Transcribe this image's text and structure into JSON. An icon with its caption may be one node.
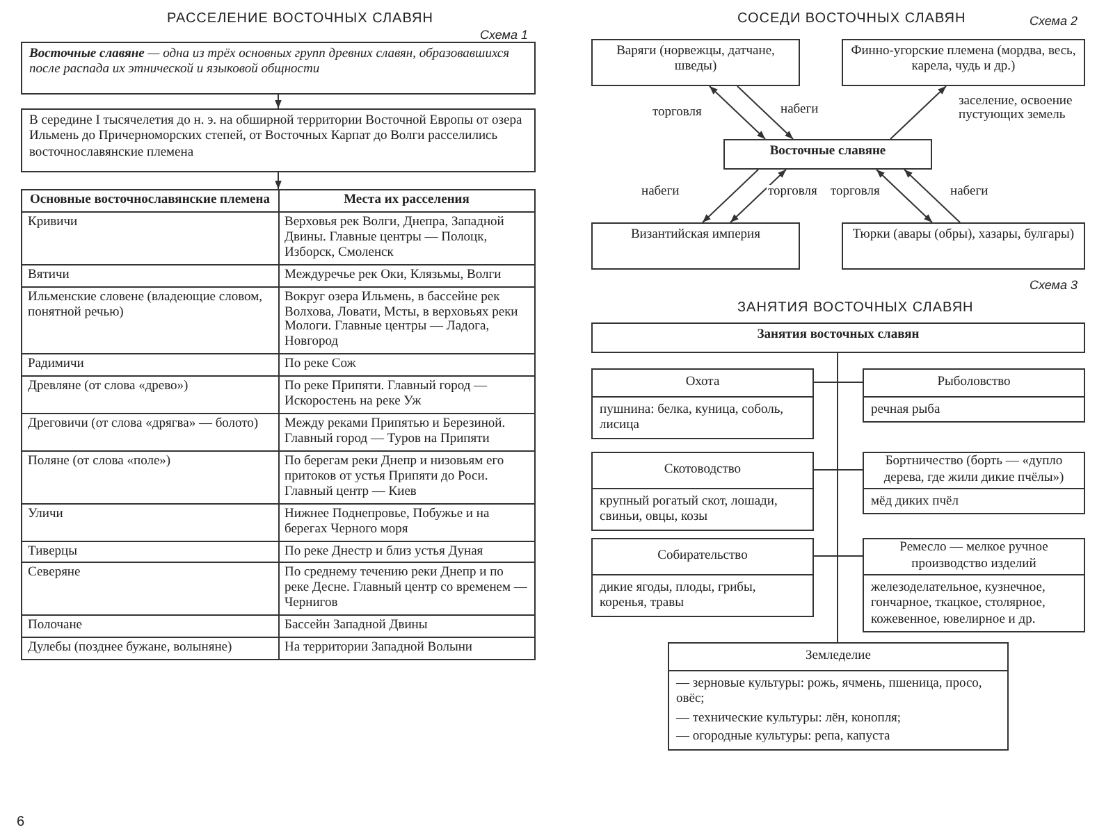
{
  "diagram": {
    "nodes": [
      {
        "text": [
          "**Восточные славяне** — одна из трёх основных групп древних славян, образовавшихся после распада их этнической и языковой общности"
        ]
      },
      {
        "text": [
          "В середине I тысячелетия до н. э. на обширной территории Восточной Европы от озера Ильмень до Причерноморских степей, от Восточных Карпат до Волги расселились восточнославянские племена"
        ]
      },
      {
        "text": [
          "Основные восточнославянские племена",
          "Места их расселения"
        ]
      },
      {
        "text": [
          "Варяги (норвежцы, датчане, шведы)"
        ]
      },
      {
        "text": [
          "Финно-угорские племена (мордва, весь, карела, чудь и др.)"
        ]
      },
      {
        "text": [
          "Восточные славяне"
        ]
      },
      {
        "text": [
          "Византийская империя"
        ]
      },
      {
        "text": [
          "Тюрки (авары (обры), хазары, булгары)"
        ]
      },
      {
        "text": [
          "Занятия восточных славян"
        ]
      },
      {
        "text": [
          "Охота",
          "пушнина: белка, куница, соболь, лисица"
        ]
      },
      {
        "text": [
          "Рыболовство",
          "речная рыба"
        ]
      },
      {
        "text": [
          "Скотоводство",
          "крупный рогатый скот, лошади, свиньи, овцы, козы"
        ]
      },
      {
        "text": [
          "Бортничество (борть — «дупло дерева, где жили дикие пчёлы»)",
          "мёд диких пчёл"
        ]
      },
      {
        "text": [
          "Собирательство",
          "дикие ягоды, плоды, грибы, коренья, травы"
        ]
      },
      {
        "text": [
          "Ремесло — мелкое ручное производство изделий",
          "железоделательное, кузнечное, гончарное, ткацкое, столярное, кожевенное, ювелирное и др."
        ]
      },
      {
        "text": [
          "Земледелие",
          "— зерновые культуры: рожь, ячмень, пшеница, просо, овёс;",
          "— технические культуры: лён, конопля;",
          "— огородные культуры: репа, капуста"
        ]
      }
    ],
    "edges": [
      {
        "from": 0,
        "to": 1,
        "arrow": "to"
      },
      {
        "from": 1,
        "to": 2,
        "arrow": "to"
      },
      {
        "from": 5,
        "to": 3,
        "arrow": "both",
        "label": "торговля"
      },
      {
        "from": 3,
        "to": 5,
        "arrow": "to",
        "label": "набеги"
      },
      {
        "from": 5,
        "to": 4,
        "arrow": "to",
        "label": "заселение, освоение пустующих земель"
      },
      {
        "from": 5,
        "to": 6,
        "arrow": "to",
        "label": "набеги"
      },
      {
        "from": 5,
        "to": 6,
        "arrow": "both",
        "label": "торговля"
      },
      {
        "from": 5,
        "to": 7,
        "arrow": "both",
        "label": "торговля"
      },
      {
        "from": 7,
        "to": 5,
        "arrow": "to",
        "label": "набеги"
      },
      {
        "from": 8,
        "to": 9,
        "arrow": "none"
      },
      {
        "from": 8,
        "to": 10,
        "arrow": "none"
      },
      {
        "from": 8,
        "to": 11,
        "arrow": "none"
      },
      {
        "from": 8,
        "to": 12,
        "arrow": "none"
      },
      {
        "from": 8,
        "to": 13,
        "arrow": "none"
      },
      {
        "from": 8,
        "to": 14,
        "arrow": "none"
      },
      {
        "from": 8,
        "to": 15,
        "arrow": "none"
      }
    ],
    "labels": [
      "РАССЕЛЕНИЕ ВОСТОЧНЫХ СЛАВЯН",
      "Схема 1",
      "Кривичи",
      "Верховья рек Волги, Днепра, Западной Двины. Главные центры — Полоцк, Изборск, Смоленск",
      "Вятичи",
      "Междуречье рек Оки, Клязьмы, Волги",
      "Ильменские словене (владеющие словом, понятной речью)",
      "Вокруг озера Ильмень, в бассейне рек Волхова, Ловати, Мсты, в верховьях реки Мологи. Главные центры — Ладога, Новгород",
      "Радимичи",
      "По реке Сож",
      "Древляне (от слова «древо»)",
      "По реке Припяти. Главный город — Искоростень на реке Уж",
      "Дреговичи (от слова «дрягва» — болото)",
      "Между реками Припятью и Березиной. Главный город — Туров на Припяти",
      "Поляне (от слова «поле»)",
      "По берегам реки Днепр и низовьям его притоков от устья Припяти до Роси. Главный центр — Киев",
      "Уличи",
      "Нижнее Поднепровье, Побужье и на берегах Черного моря",
      "Тиверцы",
      "По реке Днестр и близ устья Дуная",
      "Северяне",
      "По среднему течению реки Днепр и по реке Десне. Главный центр со временем — Чернигов",
      "Полочане",
      "Бассейн Западной Двины",
      "Дулебы (позднее бужане, волыняне)",
      "На территории Западной Волыни",
      "6",
      "СОСЕДИ ВОСТОЧНЫХ СЛАВЯН",
      "Схема 2",
      "Схема 3",
      "ЗАНЯТИЯ ВОСТОЧНЫХ СЛАВЯН"
    ]
  }
}
